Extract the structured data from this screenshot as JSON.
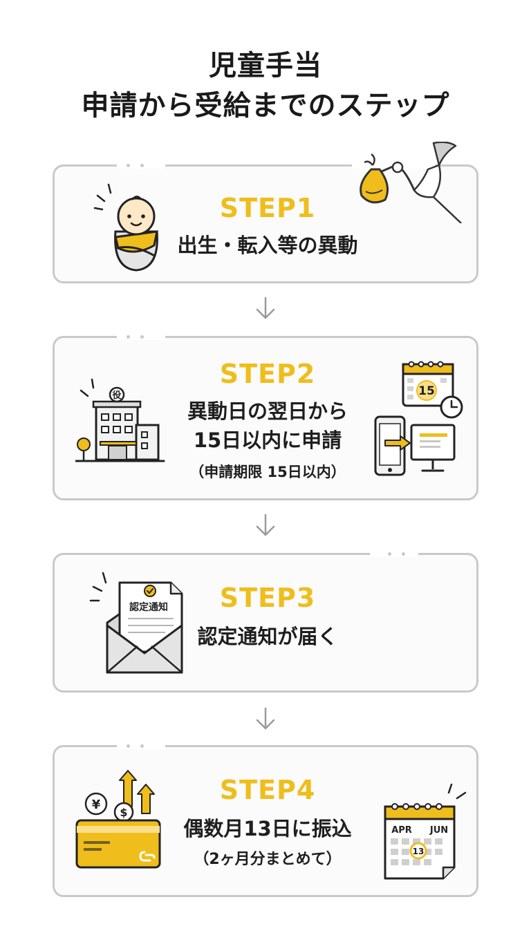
{
  "title": {
    "line1": "児童手当",
    "line2": "申請から受給までのステップ"
  },
  "colors": {
    "accent": "#efbd1c",
    "border": "#c9c9c9",
    "text": "#1e1e1e"
  },
  "steps": [
    {
      "label": "STEP1",
      "text": "出生・転入等の異動",
      "icons": [
        "baby-icon",
        "stork-icon"
      ]
    },
    {
      "label": "STEP2",
      "line1": "異動日の翌日から",
      "line2": "15日以内に申請",
      "sub": "（申請期限 15日以内）",
      "icons": [
        "city-hall-icon",
        "calendar-clock-icon",
        "online-application-icon"
      ],
      "calendar_day": "15",
      "building_mark": "役"
    },
    {
      "label": "STEP3",
      "text": "認定通知が届く",
      "icons": [
        "envelope-letter-icon"
      ],
      "letter_title": "認定通知"
    },
    {
      "label": "STEP4",
      "line1": "偶数月13日に振込",
      "line2": "（2ヶ月分まとめて）",
      "icons": [
        "wallet-money-icon",
        "calendar-icon"
      ],
      "cal_month_left": "APR",
      "cal_month_right": "JUN",
      "cal_day": "13",
      "coin1": "¥",
      "coin2": "$"
    }
  ]
}
